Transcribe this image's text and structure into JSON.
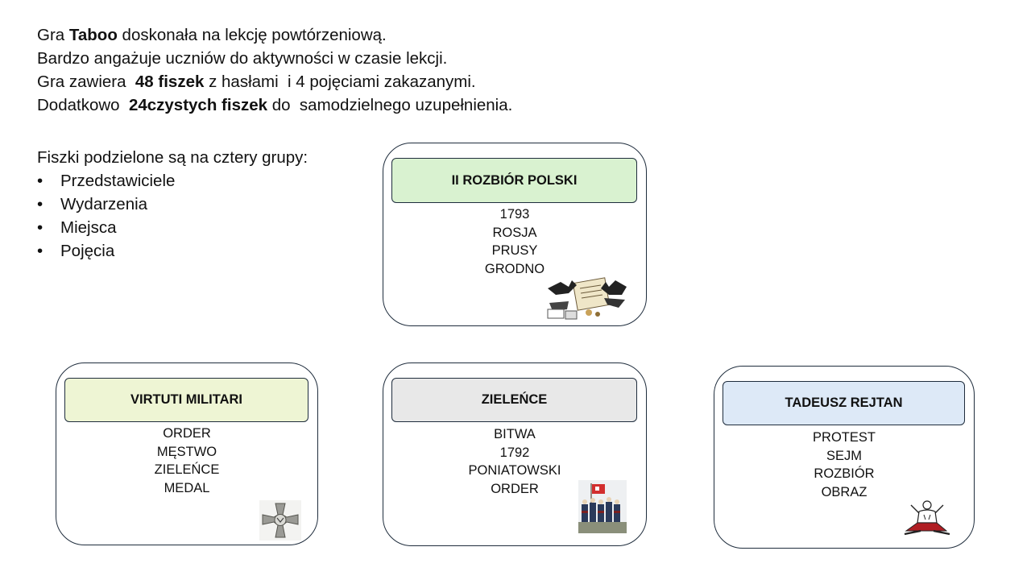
{
  "intro": {
    "line1": {
      "a": "Gra ",
      "b": "Taboo",
      "c": " doskonała na lekcję powtórzeniową."
    },
    "line2": "Bardzo angażuje uczniów do aktywności w czasie lekcji.",
    "line3": {
      "a": "Gra zawiera  ",
      "b": "48 fiszek",
      "c": " z hasłami  i 4 pojęciami zakazanymi."
    },
    "line4": {
      "a": "Dodatkowo  ",
      "b": "24czystych fiszek",
      "c": " do  samodzielnego uzupełnienia."
    }
  },
  "groups": {
    "heading": "Fiszki podzielone są na cztery grupy:",
    "bullet": "•",
    "items": [
      "Przedstawiciele",
      "Wydarzenia",
      "Miejsca",
      "Pojęcia"
    ]
  },
  "cards": [
    {
      "title": "II ROZBIÓR POLSKI",
      "title_color": "#d9f2d0",
      "words": [
        "1793",
        "ROSJA",
        "PRUSY",
        "GRODNO"
      ],
      "icon": "partition-cartoon-icon"
    },
    {
      "title": "VIRTUTI MILITARI",
      "title_color": "#eef5d4",
      "words": [
        "ORDER",
        "MĘSTWO",
        "ZIELEŃCE",
        "MEDAL"
      ],
      "icon": "military-cross-icon"
    },
    {
      "title": "ZIELEŃCE",
      "title_color": "#e8e8e8",
      "words": [
        "BITWA",
        "1792",
        "PONIATOWSKI",
        "ORDER"
      ],
      "icon": "soldiers-flag-icon"
    },
    {
      "title": "TADEUSZ REJTAN",
      "title_color": "#dde9f7",
      "words": [
        "PROTEST",
        "SEJM",
        "ROZBIÓR",
        "OBRAZ"
      ],
      "icon": "rejtan-figure-icon"
    }
  ]
}
